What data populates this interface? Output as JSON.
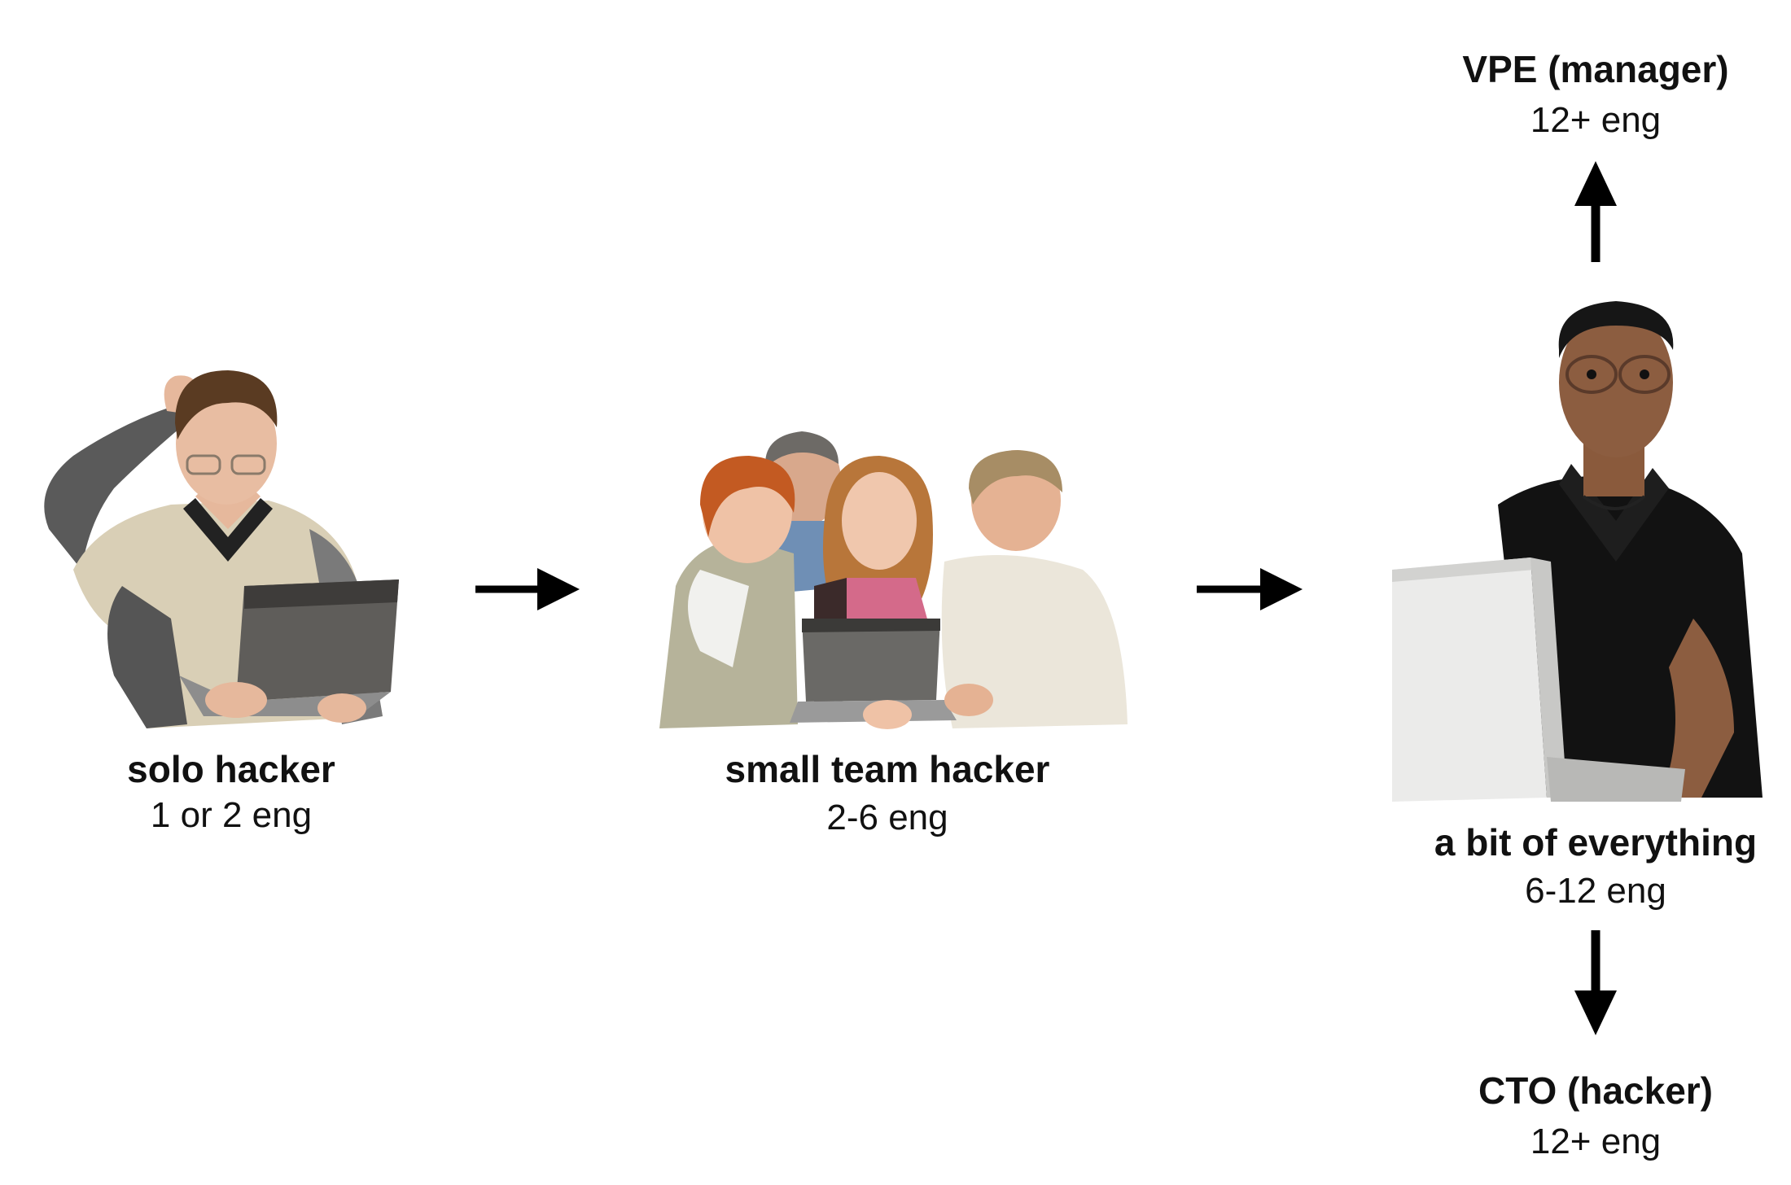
{
  "stages": [
    {
      "id": "solo",
      "title": "solo hacker",
      "team_size": "1 or 2 eng",
      "photo": "person-scratching-head-with-laptop"
    },
    {
      "id": "small-team",
      "title": "small team hacker",
      "team_size": "2-6 eng",
      "photo": "group-of-four-around-laptop"
    },
    {
      "id": "generalist",
      "title": "a bit of everything",
      "team_size": "6-12 eng",
      "photo": "surprised-man-with-laptop"
    }
  ],
  "branches": {
    "up": {
      "title": "VPE (manager)",
      "team_size": "12+ eng"
    },
    "down": {
      "title": "CTO (hacker)",
      "team_size": "12+ eng"
    }
  },
  "arrows": [
    "arrow-right",
    "arrow-right",
    "arrow-up",
    "arrow-down"
  ],
  "colors": {
    "text": "#111111",
    "arrow": "#000000",
    "background": "#ffffff"
  }
}
